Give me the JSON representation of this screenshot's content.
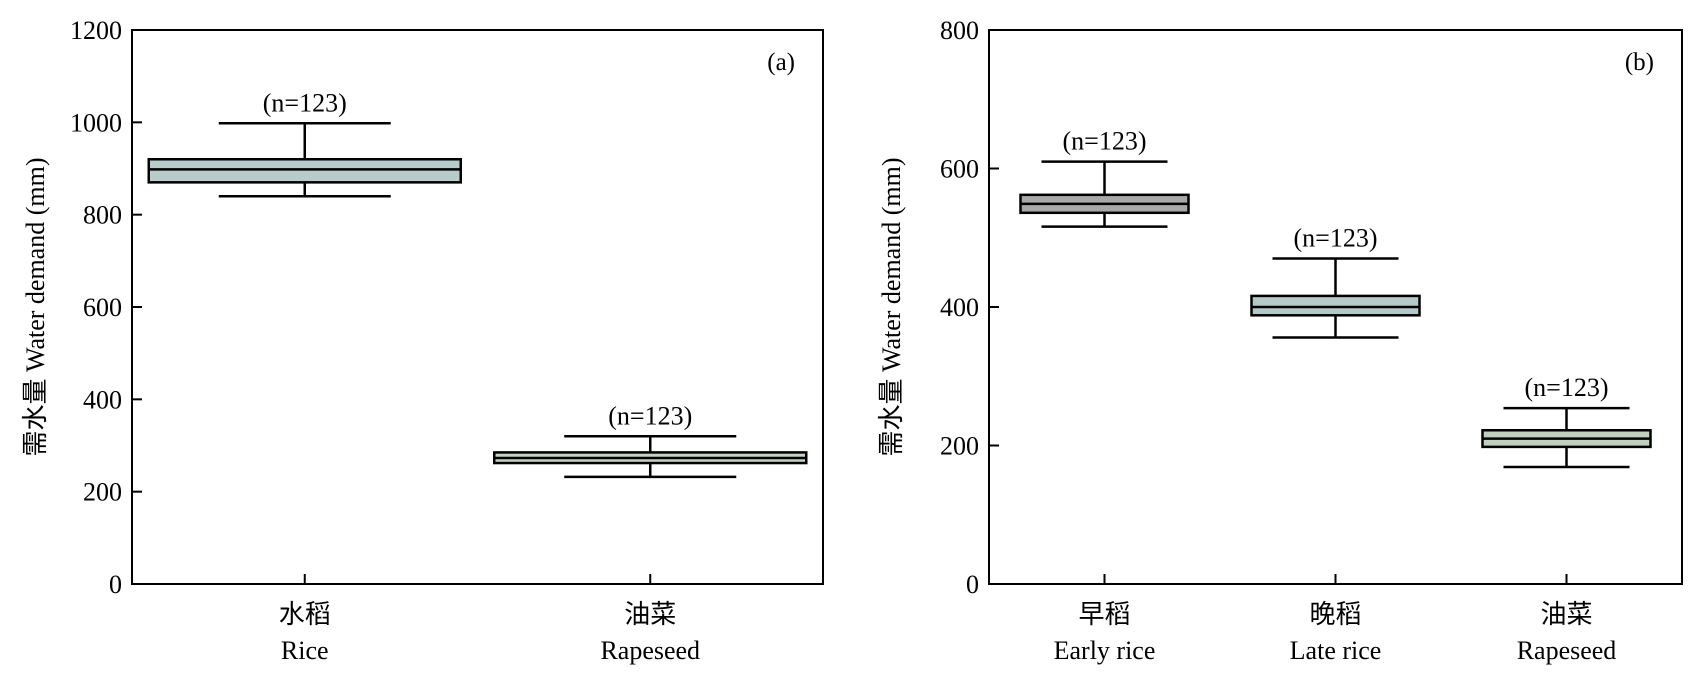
{
  "chart_data": [
    {
      "type": "box",
      "panel_label": "(a)",
      "ylabel": "需水量 Water demand (mm)",
      "ylim": [
        0,
        1200
      ],
      "yticks": [
        0,
        200,
        400,
        600,
        800,
        1000,
        1200
      ],
      "grid": false,
      "categories": [
        {
          "cn": "水稻",
          "en": "Rice"
        },
        {
          "cn": "油菜",
          "en": "Rapeseed"
        }
      ],
      "boxes": [
        {
          "min": 840,
          "q1": 870,
          "median": 898,
          "q3": 920,
          "max": 998,
          "n_label": "(n=123)",
          "color": "#b9cccc"
        },
        {
          "min": 232,
          "q1": 262,
          "median": 273,
          "q3": 285,
          "max": 320,
          "n_label": "(n=123)",
          "color": "#c2d3c2"
        }
      ]
    },
    {
      "type": "box",
      "panel_label": "(b)",
      "ylabel": "需水量 Water demand (mm)",
      "ylim": [
        0,
        800
      ],
      "yticks": [
        0,
        200,
        400,
        600,
        800
      ],
      "grid": false,
      "categories": [
        {
          "cn": "早稻",
          "en": "Early rice"
        },
        {
          "cn": "晚稻",
          "en": "Late rice"
        },
        {
          "cn": "油菜",
          "en": "Rapeseed"
        }
      ],
      "boxes": [
        {
          "min": 516,
          "q1": 536,
          "median": 549,
          "q3": 562,
          "max": 610,
          "n_label": "(n=123)",
          "color": "#a8a8a8"
        },
        {
          "min": 356,
          "q1": 388,
          "median": 400,
          "q3": 416,
          "max": 470,
          "n_label": "(n=123)",
          "color": "#b6c9c9"
        },
        {
          "min": 169,
          "q1": 198,
          "median": 210,
          "q3": 222,
          "max": 254,
          "n_label": "(n=123)",
          "color": "#bfd0bf"
        }
      ]
    }
  ]
}
